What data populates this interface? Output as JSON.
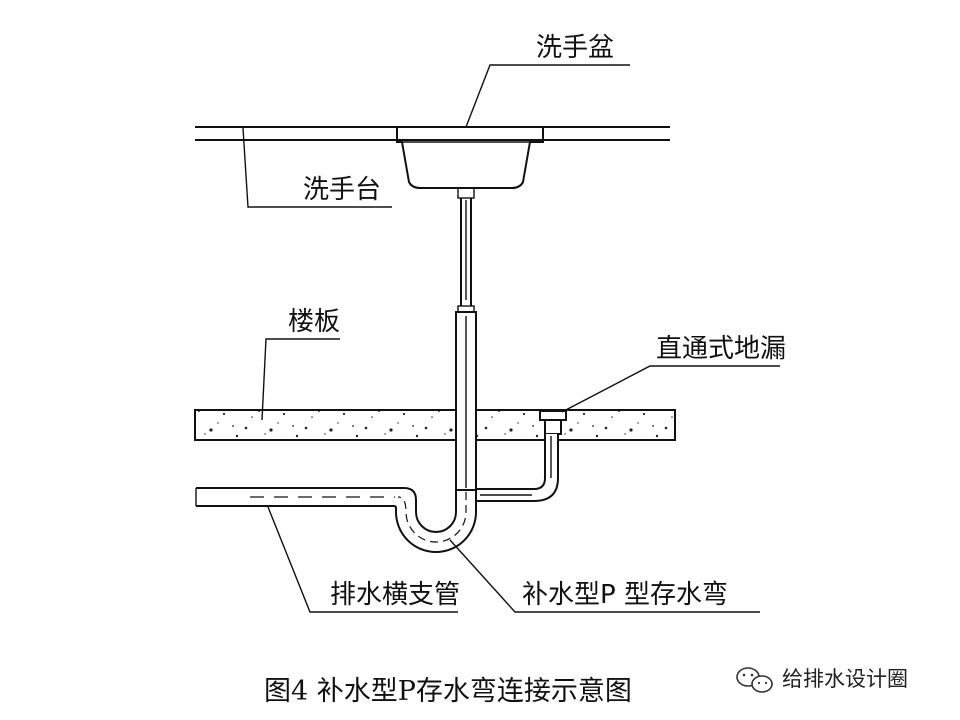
{
  "labels": {
    "basin": "洗手盆",
    "counter": "洗手台",
    "floor_slab": "楼板",
    "floor_drain": "直通式地漏",
    "branch_pipe": "排水横支管",
    "p_trap": "补水型P 型存水弯"
  },
  "caption": "图4  补水型P存水弯连接示意图",
  "watermark": "给排水设计圈",
  "colors": {
    "line": "#111111",
    "background": "#ffffff"
  },
  "icons": {
    "watermark_logo": "wechat-logo-icon"
  }
}
